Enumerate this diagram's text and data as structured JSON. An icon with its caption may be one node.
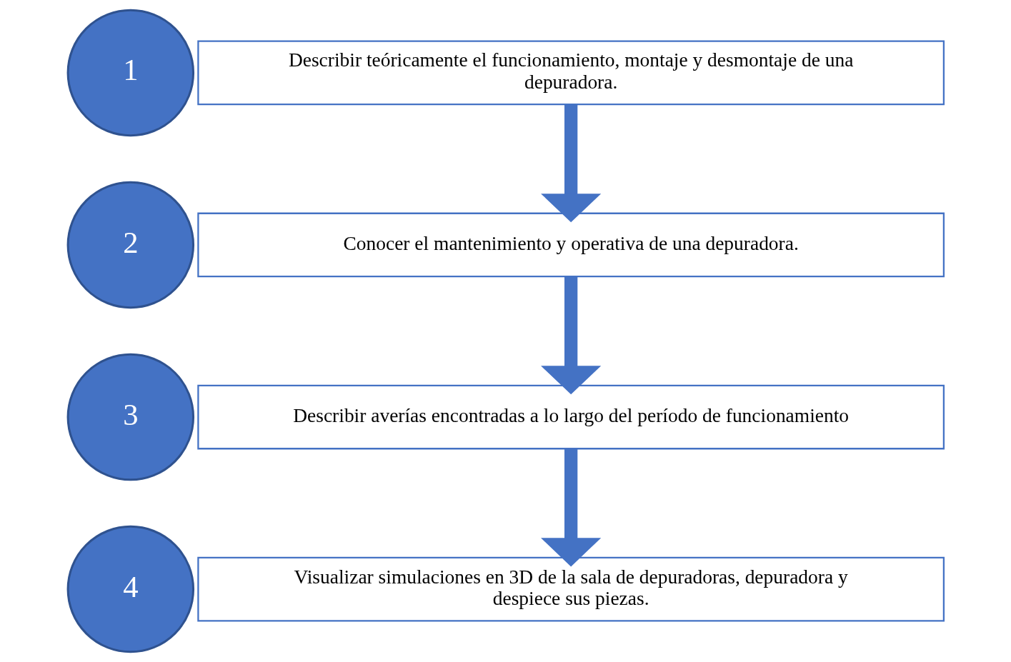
{
  "diagram": {
    "nodes": [
      {
        "text": [
          "1"
        ]
      },
      {
        "text": [
          "Describir teóricamente el funcionamiento, montaje y desmontaje de una depuradora."
        ]
      },
      {
        "text": [
          "2"
        ]
      },
      {
        "text": [
          "Conocer el mantenimiento y operativa de una depuradora."
        ]
      },
      {
        "text": [
          "3"
        ]
      },
      {
        "text": [
          "Describir averías encontradas a lo largo del período de funcionamiento"
        ]
      },
      {
        "text": [
          "4"
        ]
      },
      {
        "text": [
          "Visualizar simulaciones en 3D de la sala de depuradoras, depuradora y despiece sus piezas."
        ]
      }
    ],
    "edges": [
      {
        "from": 1,
        "to": 3,
        "arrow": "to"
      },
      {
        "from": 3,
        "to": 5,
        "arrow": "to"
      },
      {
        "from": 5,
        "to": 7,
        "arrow": "to"
      }
    ]
  }
}
